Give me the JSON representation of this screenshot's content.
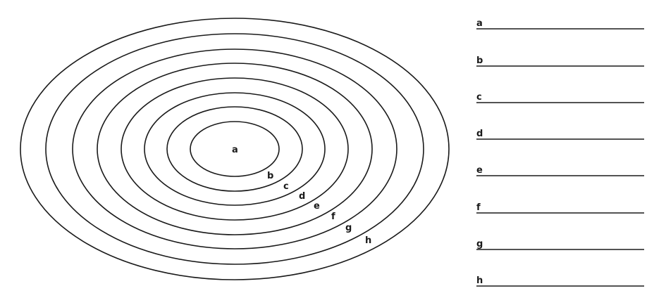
{
  "rings": [
    {
      "label": "a"
    },
    {
      "label": "b"
    },
    {
      "label": "c"
    },
    {
      "label": "d"
    },
    {
      "label": "e"
    },
    {
      "label": "f"
    },
    {
      "label": "g"
    },
    {
      "label": "h"
    }
  ],
  "answer_lines": [
    {
      "label": "a",
      "value": ""
    },
    {
      "label": "b",
      "value": ""
    },
    {
      "label": "c",
      "value": ""
    },
    {
      "label": "d",
      "value": ""
    },
    {
      "label": "e",
      "value": ""
    },
    {
      "label": "f",
      "value": ""
    },
    {
      "label": "g",
      "value": ""
    },
    {
      "label": "h",
      "value": ""
    }
  ]
}
